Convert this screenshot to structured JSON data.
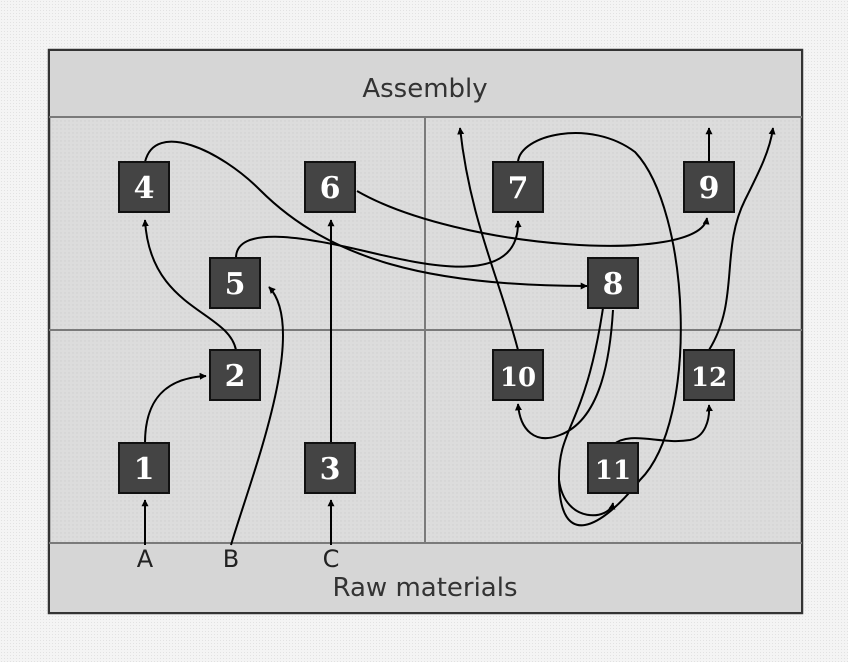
{
  "bands": {
    "top": "Assembly",
    "bottom": "Raw materials"
  },
  "nodes": [
    {
      "id": "1",
      "label": "1"
    },
    {
      "id": "2",
      "label": "2"
    },
    {
      "id": "3",
      "label": "3"
    },
    {
      "id": "4",
      "label": "4"
    },
    {
      "id": "5",
      "label": "5"
    },
    {
      "id": "6",
      "label": "6"
    },
    {
      "id": "7",
      "label": "7"
    },
    {
      "id": "8",
      "label": "8"
    },
    {
      "id": "9",
      "label": "9"
    },
    {
      "id": "10",
      "label": "10"
    },
    {
      "id": "11",
      "label": "11"
    },
    {
      "id": "12",
      "label": "12"
    }
  ],
  "sources": [
    {
      "id": "A",
      "label": "A"
    },
    {
      "id": "B",
      "label": "B"
    },
    {
      "id": "C",
      "label": "C"
    }
  ],
  "edges": [
    {
      "from": "A",
      "to": "1"
    },
    {
      "from": "1",
      "to": "2"
    },
    {
      "from": "2",
      "to": "4"
    },
    {
      "from": "4",
      "to": "8"
    },
    {
      "from": "B",
      "to": "5"
    },
    {
      "from": "5",
      "to": "7"
    },
    {
      "from": "C",
      "to": "3"
    },
    {
      "from": "3",
      "to": "6"
    },
    {
      "from": "6",
      "to": "9"
    },
    {
      "from": "7",
      "to": "11"
    },
    {
      "from": "8",
      "to": "10"
    },
    {
      "from": "11",
      "to": "12"
    },
    {
      "from": "10",
      "to": "Assembly"
    },
    {
      "from": "9",
      "to": "Assembly"
    },
    {
      "from": "12",
      "to": "Assembly"
    }
  ]
}
